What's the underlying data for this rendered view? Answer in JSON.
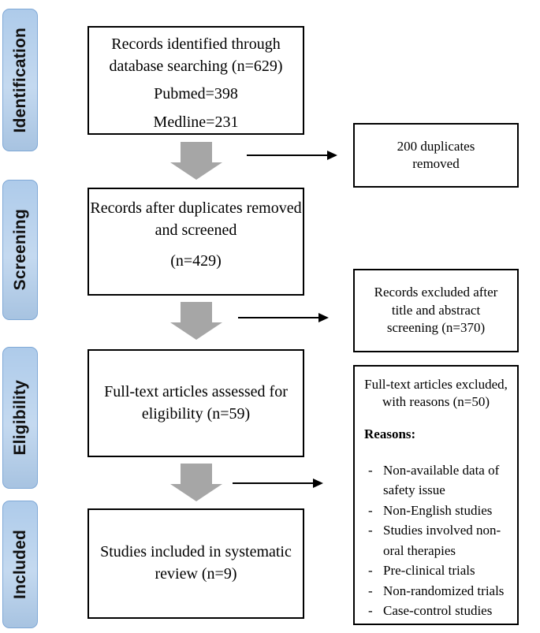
{
  "stages": [
    {
      "label": "Identification"
    },
    {
      "label": "Screening"
    },
    {
      "label": "Eligibility"
    },
    {
      "label": "Included"
    }
  ],
  "main_boxes": [
    {
      "paragraphs": [
        "Records identified through database searching (n=629)",
        "Pubmed=398",
        "Medline=231"
      ]
    },
    {
      "paragraphs": [
        "Records after duplicates removed and screened",
        "(n=429)"
      ]
    },
    {
      "paragraphs": [
        "Full-text articles assessed for eligibility (n=59)"
      ]
    },
    {
      "paragraphs": [
        "Studies included in systematic review (n=9)"
      ]
    }
  ],
  "side_boxes": [
    {
      "lines": [
        "200 duplicates",
        "removed"
      ]
    },
    {
      "lines": [
        "Records excluded after",
        "title and abstract",
        "screening (n=370)"
      ]
    },
    {
      "title_lines": [
        "Full-text articles excluded,",
        "with reasons (n=50)"
      ],
      "reasons_heading": "Reasons:",
      "reasons": [
        "Non-available data of safety issue",
        "Non-English studies",
        "Studies involved non-oral therapies",
        "Pre-clinical trials",
        "Non-randomized trials",
        "Case-control studies"
      ]
    }
  ],
  "markers": {
    "dash": "-"
  },
  "colors": {
    "stage_fill": "#aecbea",
    "stage_border": "#7fa8d6",
    "arrow_gray": "#a6a6a6",
    "box_border": "#000000"
  }
}
